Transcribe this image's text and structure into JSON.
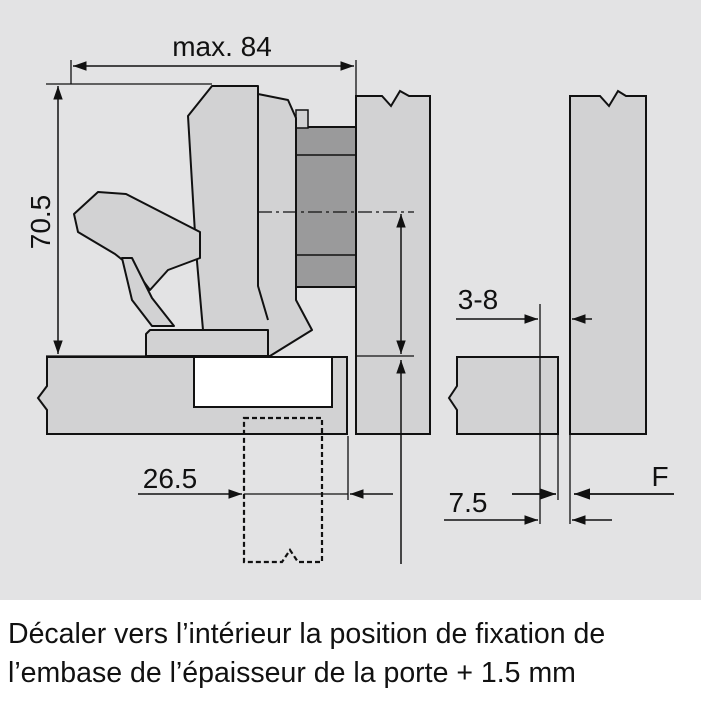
{
  "diagram": {
    "dim_max_width": "max. 84",
    "dim_height": "70.5",
    "dim_overlay": "3-8",
    "dim_drill_distance": "26.5",
    "dim_gap": "7.5",
    "label_force": "F",
    "colors": {
      "background": "#e3e3e4",
      "part": "#d2d2d3",
      "dark_part": "#9a9a9b",
      "line": "#111111"
    }
  },
  "caption": {
    "line1": "Décaler vers l’intérieur la position de fixation de",
    "line2": "l’embase de l’épaisseur de la porte + 1.5 mm"
  }
}
